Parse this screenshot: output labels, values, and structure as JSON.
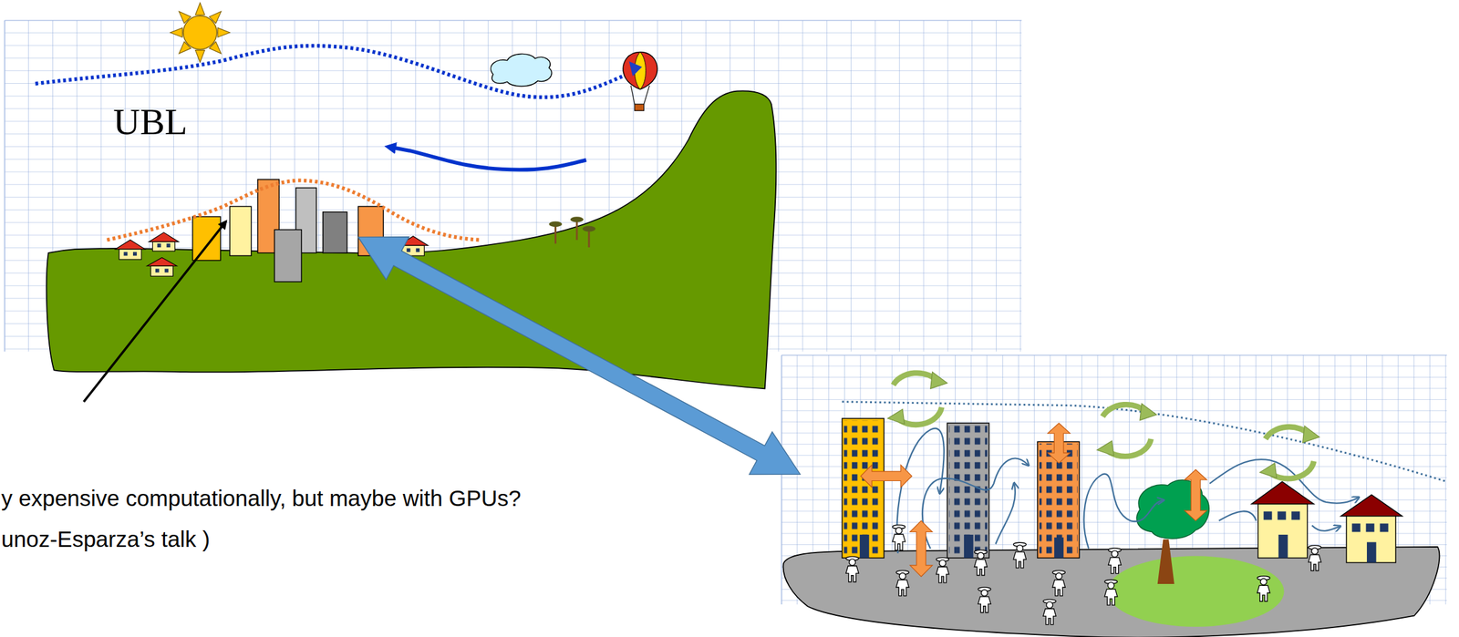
{
  "diagram": {
    "labels": [
      "UBL",
      "y expensive computationally, but maybe with GPUs?",
      "unoz-Esparza’s talk )"
    ]
  }
}
